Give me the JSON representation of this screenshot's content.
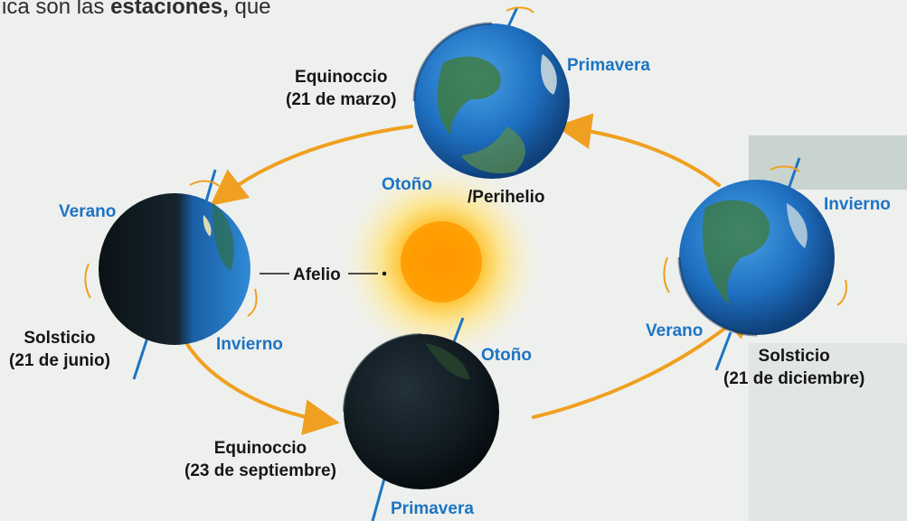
{
  "page": {
    "top_text_prefix": "ica son las ",
    "top_text_bold": "estaciones,",
    "top_text_suffix": " que"
  },
  "labels": {
    "equinox_march_title": "Equinoccio",
    "equinox_march_date": "(21 de marzo)",
    "equinox_sept_title": "Equinoccio",
    "equinox_sept_date": "(23 de septiembre)",
    "solstice_june_title": "Solsticio",
    "solstice_june_date": "(21 de junio)",
    "solstice_dec_title": "Solsticio",
    "solstice_dec_date": "(21 de diciembre)",
    "perihelio": "/Perihelio",
    "afelio": "Afelio",
    "top_primavera": "Primavera",
    "top_otono": "Otoño",
    "left_verano": "Verano",
    "left_invierno": "Invierno",
    "right_invierno": "Invierno",
    "right_verano": "Verano",
    "bottom_otono": "Otoño",
    "bottom_primavera": "Primavera"
  },
  "colors": {
    "season_label": "#1d74c4",
    "orbit_arrow": "#f0a020",
    "sun": "#ffb000"
  }
}
